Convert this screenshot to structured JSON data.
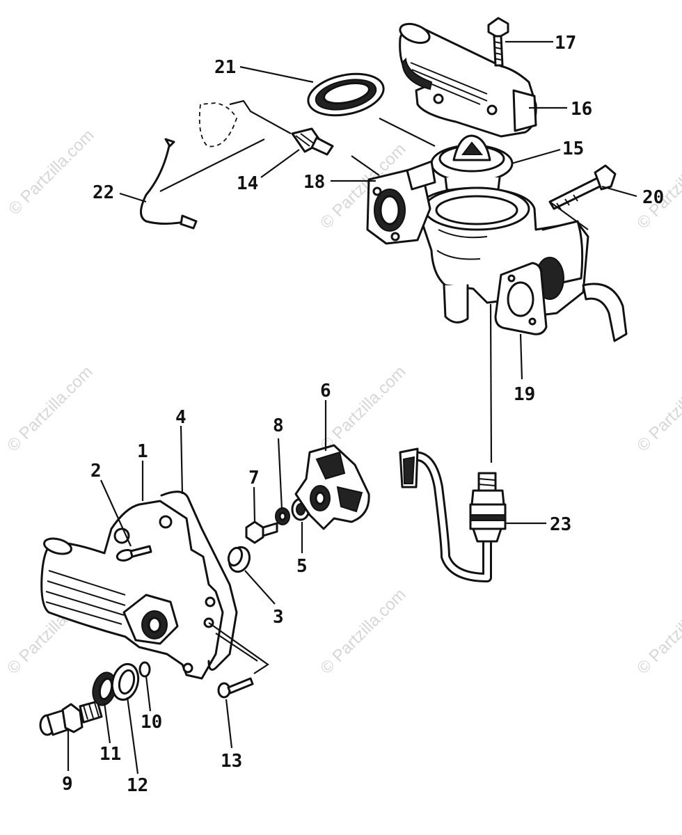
{
  "watermark": {
    "text": "© Partzilla.com"
  },
  "callouts": {
    "n1": "1",
    "n2": "2",
    "n3": "3",
    "n4": "4",
    "n5": "5",
    "n6": "6",
    "n7": "7",
    "n8": "8",
    "n9": "9",
    "n10": "10",
    "n11": "11",
    "n12": "12",
    "n13": "13",
    "n14": "14",
    "n15": "15",
    "n16": "16",
    "n17": "17",
    "n18": "18",
    "n19": "19",
    "n20": "20",
    "n21": "21",
    "n22": "22",
    "n23": "23"
  }
}
